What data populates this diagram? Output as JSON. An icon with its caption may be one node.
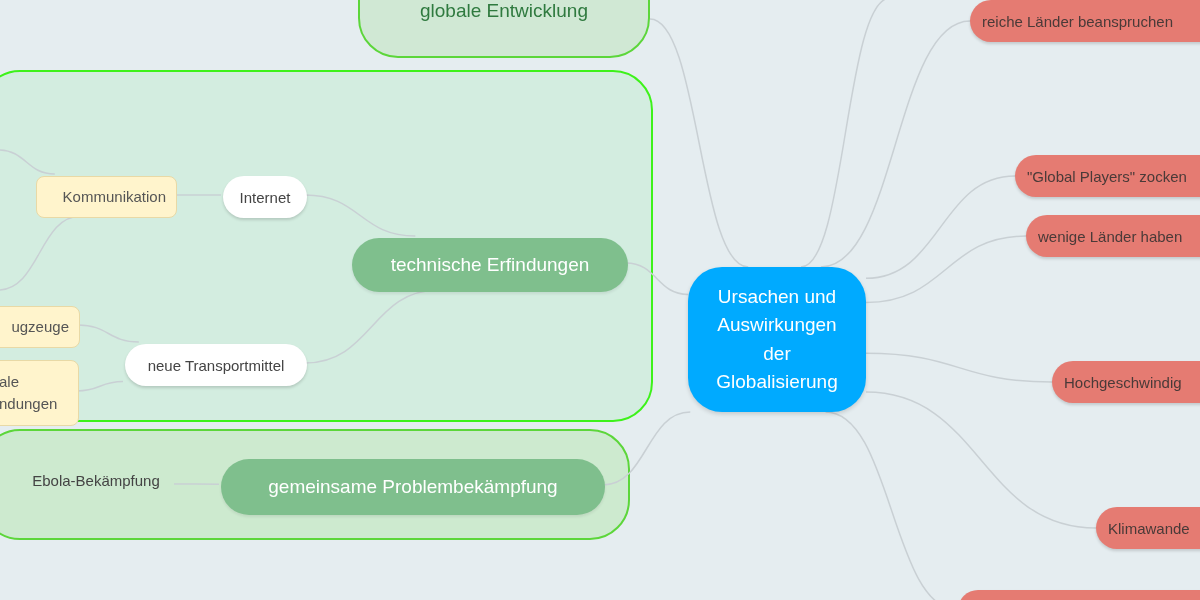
{
  "diagram": {
    "nodes": [
      {
        "text": [
          "Ursachen und Auswirkungen der Globalisierung"
        ]
      },
      {
        "text": [
          "globale Entwicklung"
        ]
      },
      {
        "text": [],
        "shape": "box"
      },
      {
        "text": [
          "technische Erfindungen"
        ],
        "in": 2
      },
      {
        "text": [
          "Internet"
        ],
        "in": 2
      },
      {
        "text": [
          "Kommunikation"
        ],
        "in": 2
      },
      {
        "text": [
          "neue Transportmittel"
        ],
        "in": 2
      },
      {
        "text": [
          "ugzeuge"
        ],
        "in": 2
      },
      {
        "text": [
          "ale ndungen"
        ],
        "in": 2
      },
      {
        "text": [],
        "shape": "box"
      },
      {
        "text": [
          "gemeinsame Problembekämpfung"
        ],
        "in": 9
      },
      {
        "text": [
          "Ebola-Bekämpfung"
        ],
        "in": 9
      },
      {
        "text": [
          "reiche Länder beanspruchen"
        ]
      },
      {
        "text": [
          "\"Global Players\" zocken"
        ]
      },
      {
        "text": [
          "wenige Länder haben"
        ]
      },
      {
        "text": [
          "Hochgeschwindig"
        ]
      },
      {
        "text": [
          "Klimawande"
        ]
      },
      {
        "text": [],
        "shape": "box"
      }
    ],
    "edges": [
      {
        "from": 0,
        "to": 1,
        "arrow": "none"
      },
      {
        "from": 0,
        "to": null,
        "arrow": "none"
      },
      {
        "from": 0,
        "to": 12,
        "arrow": "none"
      },
      {
        "from": 0,
        "to": 13,
        "arrow": "none"
      },
      {
        "from": 0,
        "to": 14,
        "arrow": "none"
      },
      {
        "from": 0,
        "to": 15,
        "arrow": "none"
      },
      {
        "from": 0,
        "to": 16,
        "arrow": "none"
      },
      {
        "from": 0,
        "to": 17,
        "arrow": "none"
      },
      {
        "from": 0,
        "to": 3,
        "arrow": "none"
      },
      {
        "from": 0,
        "to": 10,
        "arrow": "none"
      },
      {
        "from": 3,
        "to": 4,
        "arrow": "none"
      },
      {
        "from": 4,
        "to": 5,
        "arrow": "none"
      },
      {
        "from": 5,
        "to": null,
        "arrow": "none"
      },
      {
        "from": 5,
        "to": null,
        "arrow": "none"
      },
      {
        "from": 3,
        "to": 6,
        "arrow": "none"
      },
      {
        "from": 6,
        "to": 7,
        "arrow": "none"
      },
      {
        "from": 6,
        "to": 8,
        "arrow": "none"
      },
      {
        "from": 10,
        "to": 11,
        "arrow": "none"
      }
    ]
  }
}
